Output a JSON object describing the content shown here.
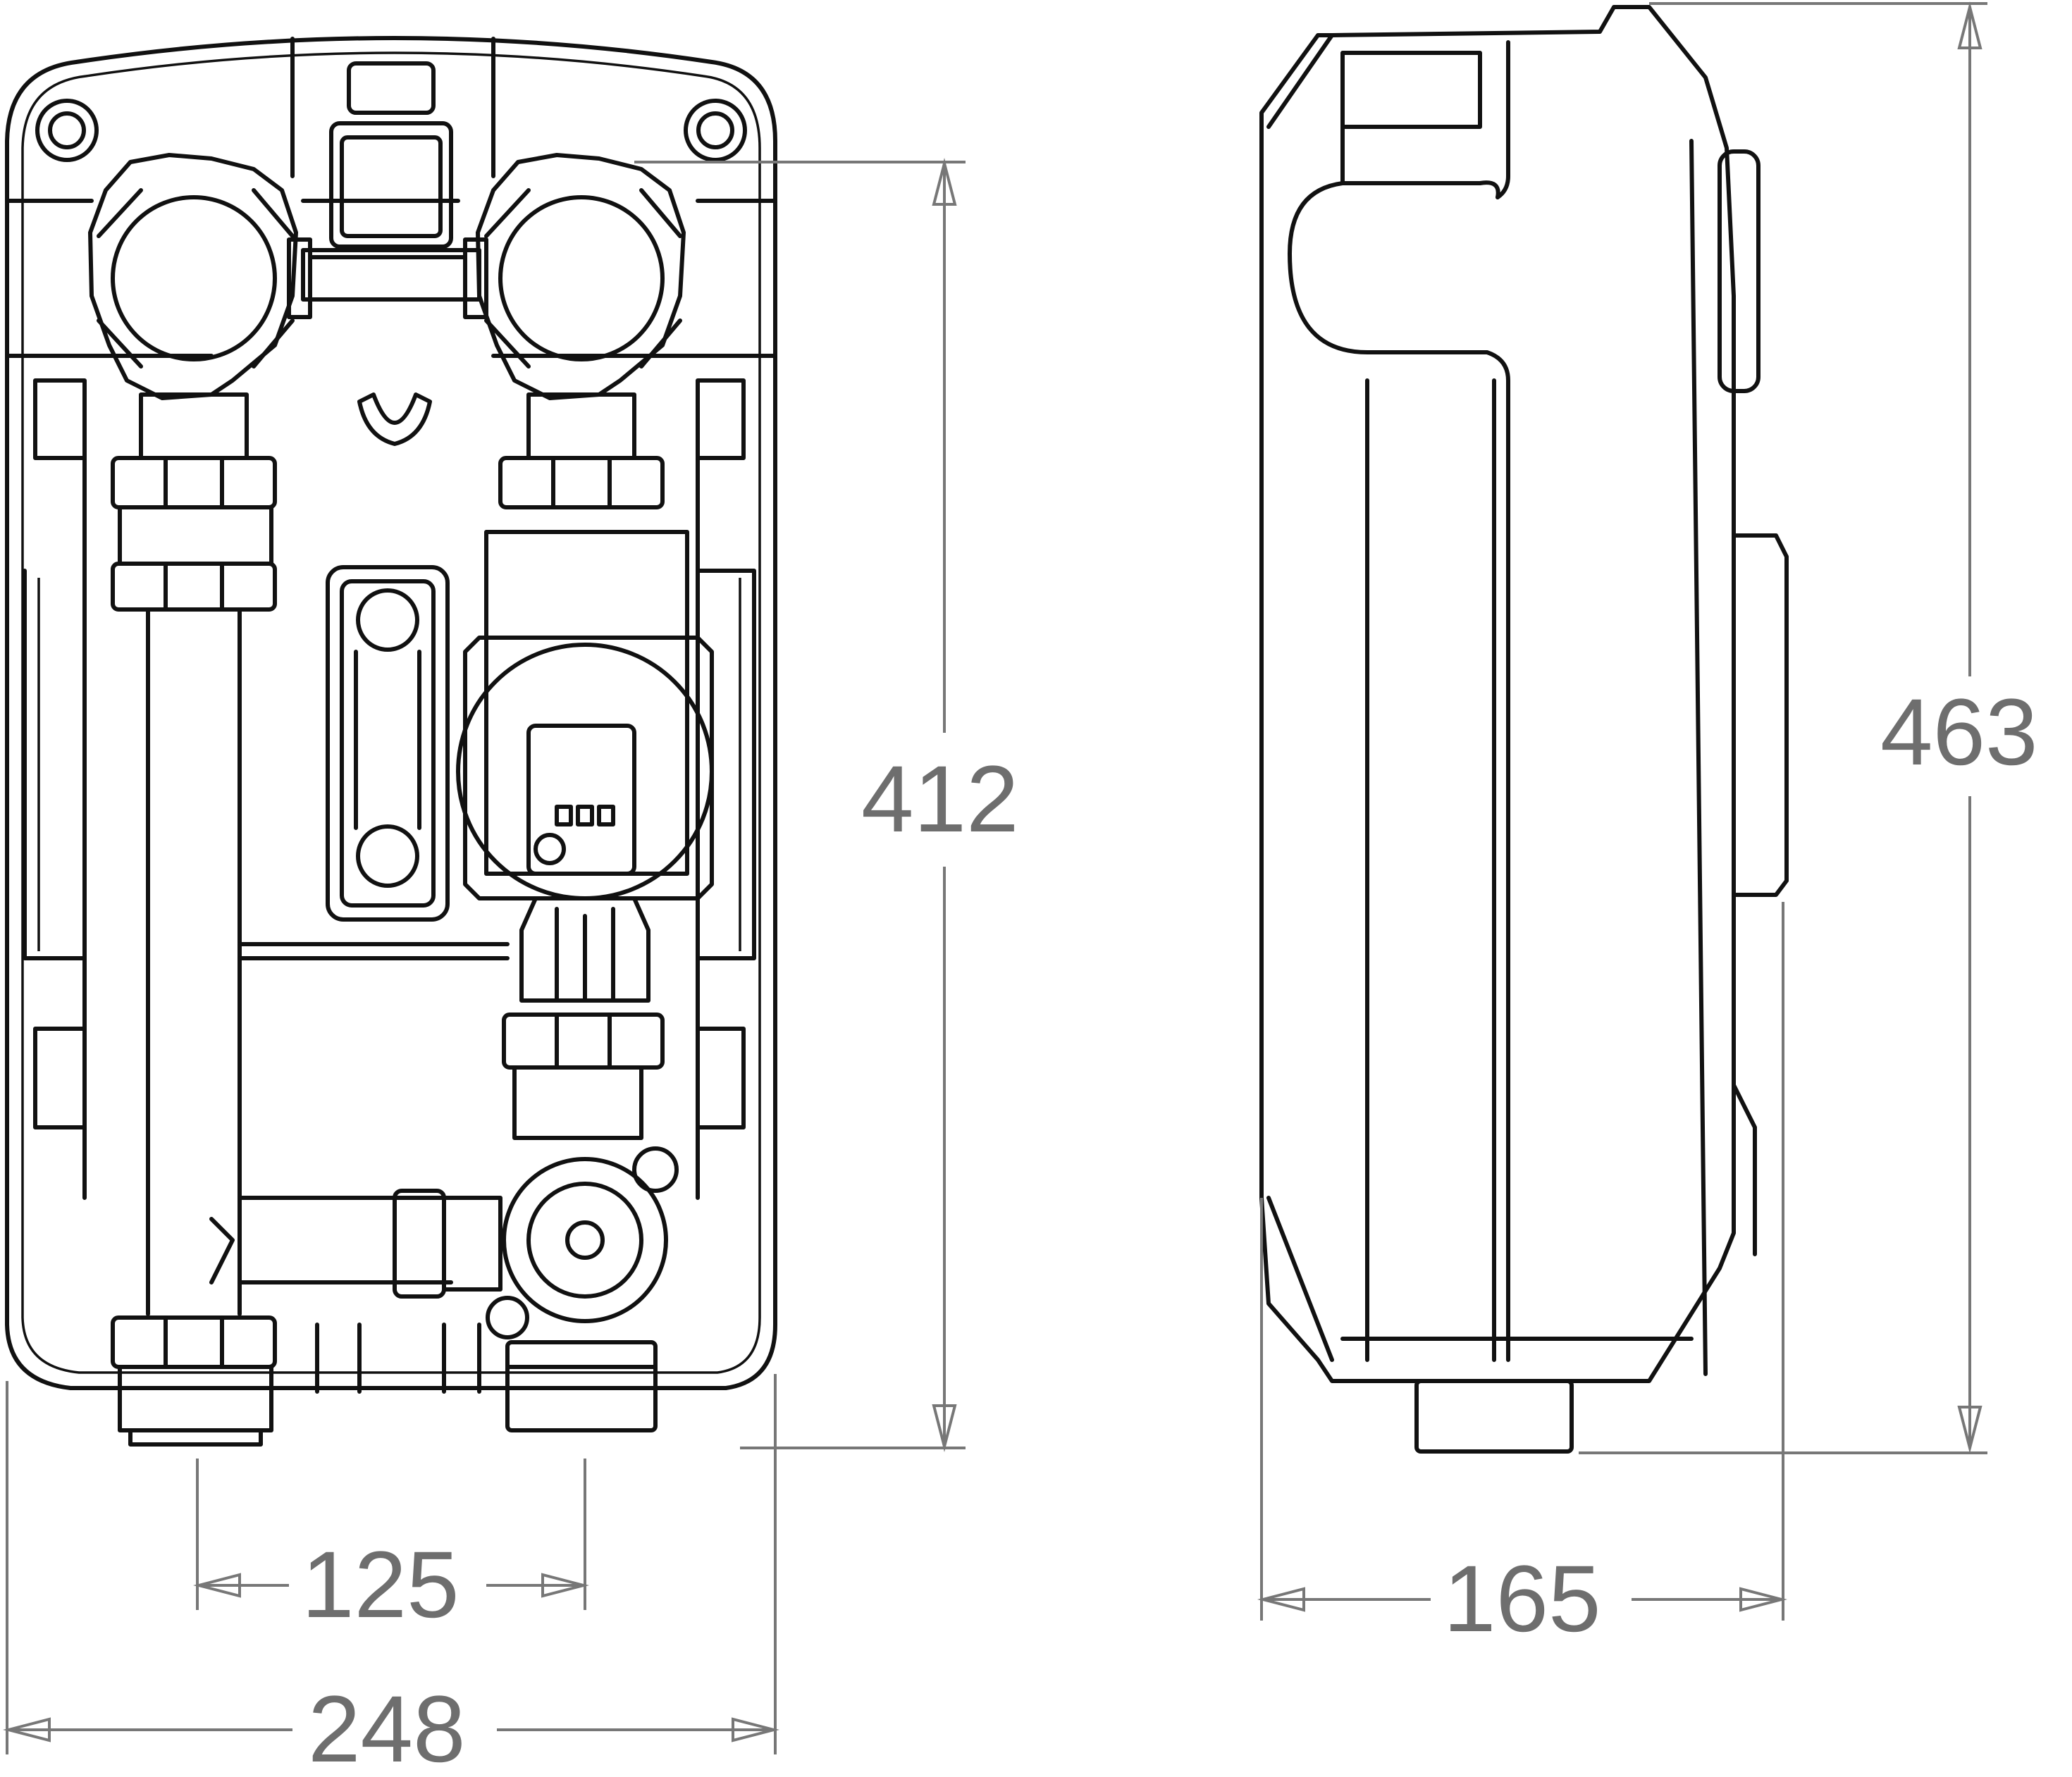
{
  "dimensions": {
    "overall_width": "248",
    "connection_spacing": "125",
    "front_height": "412",
    "depth": "165",
    "overall_height": "463"
  },
  "colors": {
    "outline": "#111111",
    "dimension": "#777777",
    "background": "#ffffff"
  }
}
